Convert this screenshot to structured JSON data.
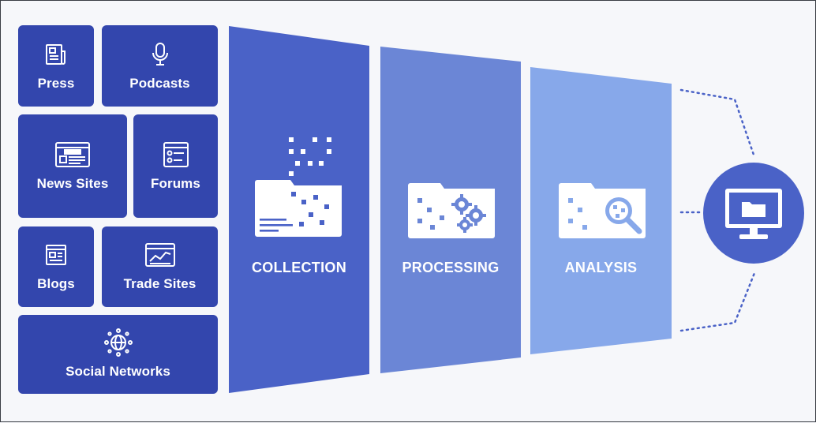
{
  "sources": {
    "press": {
      "label": "Press",
      "icon": "newspaper-icon"
    },
    "podcasts": {
      "label": "Podcasts",
      "icon": "microphone-icon"
    },
    "news_sites": {
      "label": "News Sites",
      "icon": "news-browser-icon"
    },
    "forums": {
      "label": "Forums",
      "icon": "forum-window-icon"
    },
    "blogs": {
      "label": "Blogs",
      "icon": "blog-page-icon"
    },
    "trade_sites": {
      "label": "Trade Sites",
      "icon": "trade-chart-icon"
    },
    "social_networks": {
      "label": "Social Networks",
      "icon": "globe-network-icon"
    }
  },
  "stages": {
    "collection": {
      "label": "COLLECTION",
      "icon": "folder-data-icon",
      "color": "#4a62c7"
    },
    "processing": {
      "label": "PROCESSING",
      "icon": "folder-gears-icon",
      "color": "#6b86d6"
    },
    "analysis": {
      "label": "ANALYSIS",
      "icon": "folder-magnifier-icon",
      "color": "#87a8ea"
    }
  },
  "output": {
    "icon": "monitor-folder-icon",
    "color": "#4a62c7"
  },
  "colors": {
    "tile": "#3346ad",
    "background": "#f6f7fa",
    "connector": "#4a62c7"
  }
}
